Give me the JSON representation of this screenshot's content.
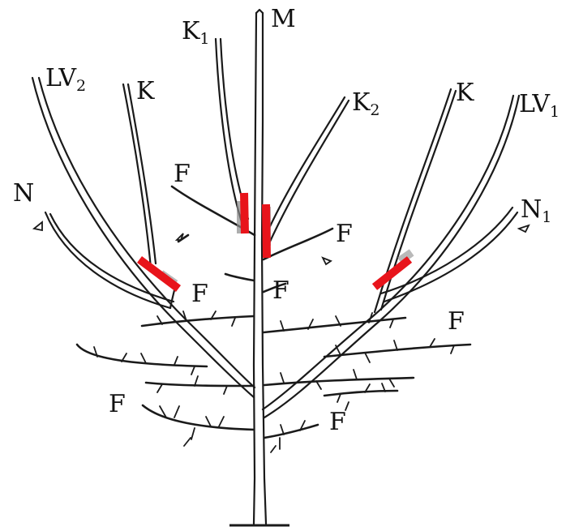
{
  "labels": {
    "M": "M",
    "K1": {
      "main": "K",
      "sub": "1"
    },
    "K2": {
      "main": "K",
      "sub": "2"
    },
    "K_left": "K",
    "K_right": "K",
    "LV2": {
      "main": "LV",
      "sub": "2"
    },
    "LV1": {
      "main": "LV",
      "sub": "1"
    },
    "N": "N",
    "N1": {
      "main": "N",
      "sub": "1"
    },
    "F": "F"
  },
  "colors": {
    "line": "#1a1a1a",
    "background": "#ffffff",
    "cut_mark": "#e8141b",
    "wound_shade": "#8a8a8a"
  }
}
